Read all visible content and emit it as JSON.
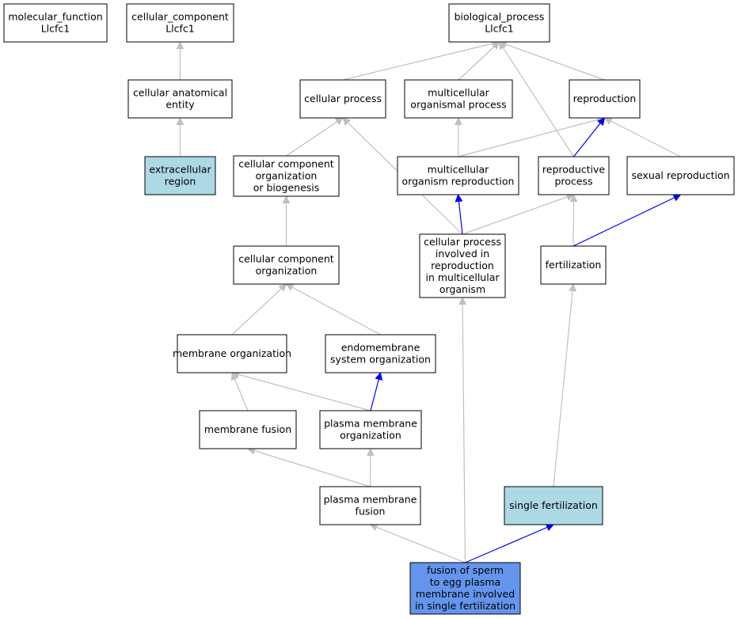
{
  "colors": {
    "node_default": "#ffffff",
    "node_highlight": "#add8e6",
    "node_focus": "#6495ed",
    "edge_default": "#c0c0c0",
    "edge_highlight": "#0000ff"
  },
  "nodes": [
    {
      "id": "molecular_function",
      "lines": [
        "molecular_function",
        "Llcfc1"
      ],
      "fill": "default"
    },
    {
      "id": "cellular_component",
      "lines": [
        "cellular_component",
        "Llcfc1"
      ],
      "fill": "default"
    },
    {
      "id": "biological_process",
      "lines": [
        "biological_process",
        "Llcfc1"
      ],
      "fill": "default"
    },
    {
      "id": "cellular_anatomical_entity",
      "lines": [
        "cellular anatomical",
        "entity"
      ],
      "fill": "default"
    },
    {
      "id": "cellular_process",
      "lines": [
        "cellular process"
      ],
      "fill": "default"
    },
    {
      "id": "multicellular_organismal_process",
      "lines": [
        "multicellular",
        "organismal process"
      ],
      "fill": "default"
    },
    {
      "id": "reproduction",
      "lines": [
        "reproduction"
      ],
      "fill": "default"
    },
    {
      "id": "extracellular_region",
      "lines": [
        "extracellular",
        "region"
      ],
      "fill": "highlight"
    },
    {
      "id": "cc_org_biogenesis",
      "lines": [
        "cellular component",
        "organization",
        "or biogenesis"
      ],
      "fill": "default"
    },
    {
      "id": "multicellular_organism_reproduction",
      "lines": [
        "multicellular",
        "organism reproduction"
      ],
      "fill": "default"
    },
    {
      "id": "reproductive_process",
      "lines": [
        "reproductive",
        "process"
      ],
      "fill": "default"
    },
    {
      "id": "sexual_reproduction",
      "lines": [
        "sexual reproduction"
      ],
      "fill": "default"
    },
    {
      "id": "cellular_process_repro",
      "lines": [
        "cellular process",
        "involved in",
        "reproduction",
        "in multicellular",
        "organism"
      ],
      "fill": "default"
    },
    {
      "id": "fertilization",
      "lines": [
        "fertilization"
      ],
      "fill": "default"
    },
    {
      "id": "cc_organization",
      "lines": [
        "cellular component",
        "organization"
      ],
      "fill": "default"
    },
    {
      "id": "membrane_organization",
      "lines": [
        "membrane organization"
      ],
      "fill": "default"
    },
    {
      "id": "endomembrane_system_organization",
      "lines": [
        "endomembrane",
        "system organization"
      ],
      "fill": "default"
    },
    {
      "id": "membrane_fusion",
      "lines": [
        "membrane fusion"
      ],
      "fill": "default"
    },
    {
      "id": "plasma_membrane_organization",
      "lines": [
        "plasma membrane",
        "organization"
      ],
      "fill": "default"
    },
    {
      "id": "plasma_membrane_fusion",
      "lines": [
        "plasma membrane",
        "fusion"
      ],
      "fill": "default"
    },
    {
      "id": "single_fertilization",
      "lines": [
        "single fertilization"
      ],
      "fill": "highlight"
    },
    {
      "id": "fusion_sperm_egg",
      "lines": [
        "fusion of sperm",
        "to egg plasma",
        "membrane involved",
        "in single fertilization"
      ],
      "fill": "focus"
    }
  ],
  "edges": [
    {
      "from": "cellular_anatomical_entity",
      "to": "cellular_component",
      "type": "default"
    },
    {
      "from": "extracellular_region",
      "to": "cellular_anatomical_entity",
      "type": "default"
    },
    {
      "from": "cellular_process",
      "to": "biological_process",
      "type": "default"
    },
    {
      "from": "multicellular_organismal_process",
      "to": "biological_process",
      "type": "default"
    },
    {
      "from": "reproduction",
      "to": "biological_process",
      "type": "default"
    },
    {
      "from": "reproductive_process",
      "to": "biological_process",
      "type": "default"
    },
    {
      "from": "cc_org_biogenesis",
      "to": "cellular_process",
      "type": "default"
    },
    {
      "from": "cellular_process_repro",
      "to": "cellular_process",
      "type": "default"
    },
    {
      "from": "multicellular_organism_reproduction",
      "to": "multicellular_organismal_process",
      "type": "default"
    },
    {
      "from": "multicellular_organism_reproduction",
      "to": "reproduction",
      "type": "default"
    },
    {
      "from": "reproductive_process",
      "to": "reproduction",
      "type": "highlight"
    },
    {
      "from": "sexual_reproduction",
      "to": "reproduction",
      "type": "default"
    },
    {
      "from": "cellular_process_repro",
      "to": "multicellular_organism_reproduction",
      "type": "highlight"
    },
    {
      "from": "cellular_process_repro",
      "to": "reproductive_process",
      "type": "default"
    },
    {
      "from": "fertilization",
      "to": "reproductive_process",
      "type": "default"
    },
    {
      "from": "fertilization",
      "to": "sexual_reproduction",
      "type": "highlight"
    },
    {
      "from": "cc_organization",
      "to": "cc_org_biogenesis",
      "type": "default"
    },
    {
      "from": "membrane_organization",
      "to": "cc_organization",
      "type": "default"
    },
    {
      "from": "endomembrane_system_organization",
      "to": "cc_organization",
      "type": "default"
    },
    {
      "from": "membrane_fusion",
      "to": "membrane_organization",
      "type": "default"
    },
    {
      "from": "plasma_membrane_organization",
      "to": "membrane_organization",
      "type": "default"
    },
    {
      "from": "plasma_membrane_organization",
      "to": "endomembrane_system_organization",
      "type": "highlight"
    },
    {
      "from": "plasma_membrane_fusion",
      "to": "membrane_fusion",
      "type": "default"
    },
    {
      "from": "plasma_membrane_fusion",
      "to": "plasma_membrane_organization",
      "type": "default"
    },
    {
      "from": "single_fertilization",
      "to": "fertilization",
      "type": "default"
    },
    {
      "from": "fusion_sperm_egg",
      "to": "plasma_membrane_fusion",
      "type": "default"
    },
    {
      "from": "fusion_sperm_egg",
      "to": "cellular_process_repro",
      "type": "default"
    },
    {
      "from": "fusion_sperm_egg",
      "to": "single_fertilization",
      "type": "highlight"
    }
  ]
}
